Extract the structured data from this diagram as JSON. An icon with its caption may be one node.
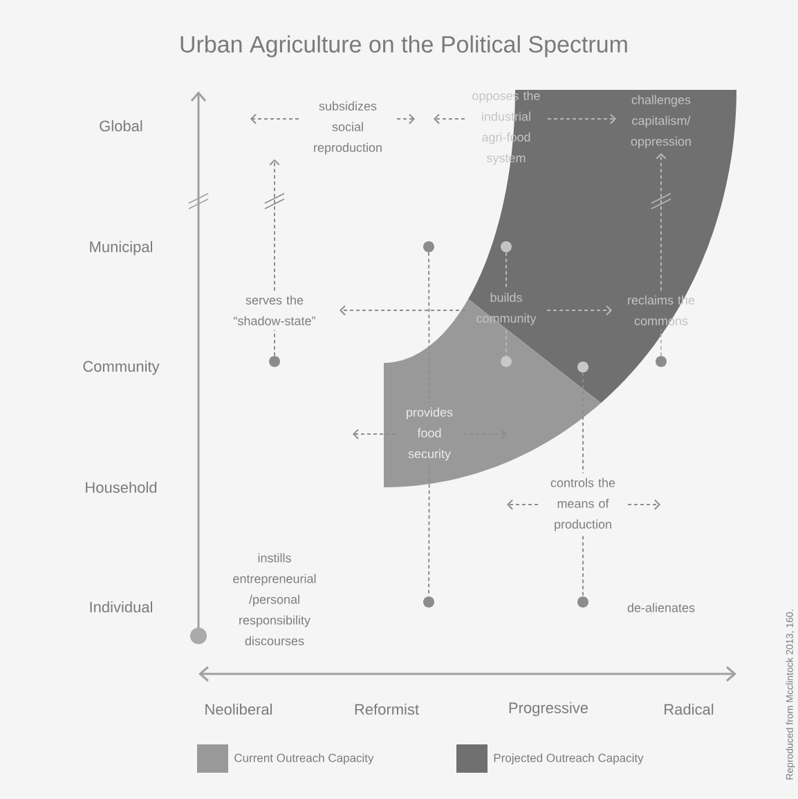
{
  "diagram": {
    "title": "Urban Agriculture on the Political Spectrum",
    "nodes": [
      {
        "text": [
          "subsidizes social reproduction"
        ]
      },
      {
        "text": [
          "opposes the industrial agri-food system"
        ]
      },
      {
        "text": [
          "challenges capitalism/ oppression"
        ]
      },
      {
        "text": [
          "serves the “shadow-state”"
        ]
      },
      {
        "text": [
          "builds community"
        ]
      },
      {
        "text": [
          "reclaims the commons"
        ]
      },
      {
        "text": [
          "provides food security"
        ]
      },
      {
        "text": [
          "controls the means of production"
        ]
      },
      {
        "text": [
          "instills entrepreneurial /personal responsibility discourses"
        ]
      },
      {
        "text": [
          "de-alienates"
        ]
      },
      {
        "text": [],
        "shape": "circle"
      },
      {
        "text": [],
        "shape": "circle"
      },
      {
        "text": [],
        "shape": "circle"
      },
      {
        "text": [],
        "shape": "circle"
      },
      {
        "text": [],
        "shape": "circle"
      },
      {
        "text": [],
        "shape": "circle"
      },
      {
        "text": [],
        "shape": "circle"
      },
      {
        "text": [],
        "shape": "circle"
      }
    ],
    "edges": [
      {
        "from": 0,
        "to": null,
        "arrow": "to"
      },
      {
        "from": 0,
        "to": null,
        "arrow": "to"
      },
      {
        "from": 1,
        "to": null,
        "arrow": "to"
      },
      {
        "from": 1,
        "to": 2,
        "arrow": "to",
        "color": "#b8b8b8"
      },
      {
        "from": 10,
        "to": 3,
        "arrow": "none"
      },
      {
        "from": 3,
        "to": 0,
        "arrow": "to"
      },
      {
        "from": 15,
        "to": 5,
        "arrow": "none",
        "color": "#b8b8b8"
      },
      {
        "from": 5,
        "to": 2,
        "arrow": "to",
        "color": "#b8b8b8"
      },
      {
        "from": 12,
        "to": 4,
        "arrow": "none",
        "color": "#b8b8b8"
      },
      {
        "from": 4,
        "to": 13,
        "arrow": "none",
        "color": "#b8b8b8"
      },
      {
        "from": 4,
        "to": 3,
        "arrow": "to"
      },
      {
        "from": 4,
        "to": 5,
        "arrow": "to",
        "color": "#b8b8b8"
      },
      {
        "from": 11,
        "to": 6,
        "arrow": "none"
      },
      {
        "from": 6,
        "to": 16,
        "arrow": "none"
      },
      {
        "from": 6,
        "to": null,
        "arrow": "to"
      },
      {
        "from": 6,
        "to": null,
        "arrow": "to"
      },
      {
        "from": 14,
        "to": 7,
        "arrow": "none"
      },
      {
        "from": 7,
        "to": 17,
        "arrow": "none"
      },
      {
        "from": 7,
        "to": null,
        "arrow": "to"
      },
      {
        "from": 7,
        "to": null,
        "arrow": "to"
      }
    ],
    "labels": [
      "Global",
      "Municipal",
      "Community",
      "Household",
      "Individual",
      "Neoliberal",
      "Reformist",
      "Progressive",
      "Radical",
      "Reproduced from Mcclintock 2013, 160."
    ],
    "legend": [
      {
        "text": "Current Outreach Capacity",
        "color": "#999999"
      },
      {
        "text": "Projected Outreach Capacity",
        "color": "#707070"
      }
    ]
  }
}
